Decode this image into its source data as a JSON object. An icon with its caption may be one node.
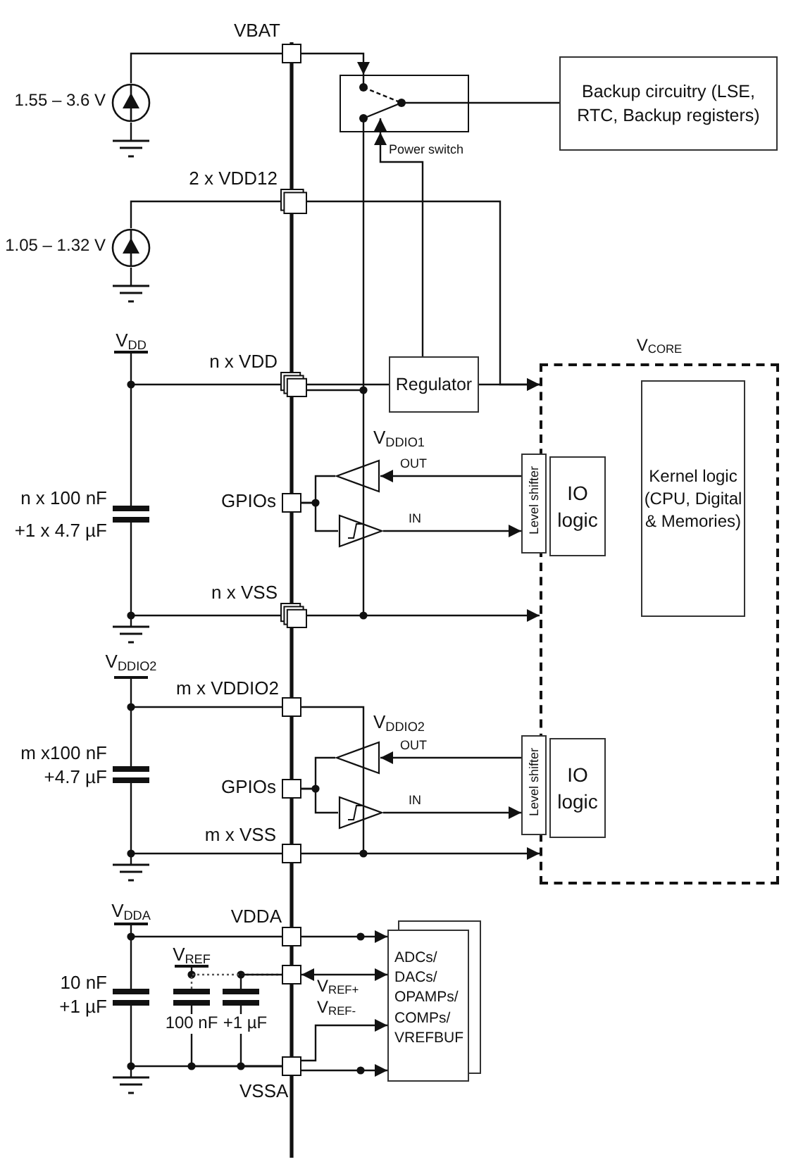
{
  "diagram": {
    "nodes": [
      {
        "text": [],
        "shape": "circle",
        "beside": [
          "1.55 – 3.6 V"
        ]
      },
      {
        "text": [],
        "shape": "box",
        "beside": [
          "VBAT"
        ]
      },
      {
        "text": [],
        "shape": "box"
      },
      {
        "text": [
          "Backup circuitry (LSE, RTC, Backup registers)"
        ]
      },
      {
        "text": [],
        "shape": "circle",
        "beside": [
          "1.05 – 1.32 V"
        ]
      },
      {
        "text": [],
        "shape": "box",
        "beside": [
          "2 x VDD12"
        ]
      },
      {
        "text": [],
        "shape": "box",
        "beside": [
          "n x VDD"
        ]
      },
      {
        "text": [
          "Regulator"
        ]
      },
      {
        "text": [
          "V$_{CORE}$"
        ]
      },
      {
        "text": [
          "Kernel logic (CPU, Digital & Memories)"
        ],
        "in": 8
      },
      {
        "text": [
          "Level shifter"
        ]
      },
      {
        "text": [
          "IO logic"
        ],
        "in": 8
      },
      {
        "text": [],
        "shape": "triangle"
      },
      {
        "text": [],
        "shape": "triangle"
      },
      {
        "text": [],
        "shape": "box",
        "beside": [
          "GPIOs"
        ]
      },
      {
        "text": [],
        "shape": "box",
        "beside": [
          "n x VSS"
        ]
      },
      {
        "text": [],
        "shape": "box",
        "beside": [
          "m x VDDIO2"
        ]
      },
      {
        "text": [
          "Level shifter"
        ]
      },
      {
        "text": [
          "IO logic"
        ],
        "in": 8
      },
      {
        "text": [],
        "shape": "triangle"
      },
      {
        "text": [],
        "shape": "triangle"
      },
      {
        "text": [],
        "shape": "box",
        "beside": [
          "GPIOs"
        ]
      },
      {
        "text": [],
        "shape": "box",
        "beside": [
          "m x VSS"
        ]
      },
      {
        "text": [],
        "shape": "box",
        "beside": [
          "VDDA"
        ]
      },
      {
        "text": [],
        "shape": "box"
      },
      {
        "text": [],
        "shape": "box",
        "beside": [
          "VSSA"
        ]
      },
      {
        "text": [
          "ADCs/ DACs/ OPAMPs/ COMPs/ VREFBUF"
        ]
      },
      {
        "text": [],
        "shape": "capacitor"
      },
      {
        "text": [],
        "shape": "capacitor"
      },
      {
        "text": [],
        "shape": "capacitor"
      },
      {
        "text": [],
        "shape": "capacitor"
      },
      {
        "text": [],
        "shape": "capacitor"
      }
    ],
    "edges": [
      {
        "from": 0,
        "to": 1,
        "arrow": "none"
      },
      {
        "from": 1,
        "to": 2,
        "arrow": "to"
      },
      {
        "from": 2,
        "to": 3,
        "arrow": "none"
      },
      {
        "from": 4,
        "to": 5,
        "arrow": "none"
      },
      {
        "from": 5,
        "to": 8,
        "arrow": "to"
      },
      {
        "from": 6,
        "to": 7,
        "arrow": "none"
      },
      {
        "from": 7,
        "to": 8,
        "arrow": "to"
      },
      {
        "from": 7,
        "to": 2,
        "arrow": "to",
        "label": "Power switch"
      },
      {
        "from": 6,
        "to": 2,
        "arrow": "none"
      },
      {
        "from": 10,
        "to": 12,
        "arrow": "to",
        "label": "OUT"
      },
      {
        "from": 12,
        "to": 14,
        "arrow": "none"
      },
      {
        "from": 14,
        "to": 13,
        "arrow": "none"
      },
      {
        "from": 13,
        "to": 10,
        "arrow": "to",
        "label": "IN"
      },
      {
        "from": 15,
        "to": 8,
        "arrow": "to"
      },
      {
        "from": 17,
        "to": 19,
        "arrow": "to",
        "label": "OUT"
      },
      {
        "from": 19,
        "to": 21,
        "arrow": "none"
      },
      {
        "from": 21,
        "to": 20,
        "arrow": "none"
      },
      {
        "from": 20,
        "to": 17,
        "arrow": "to",
        "label": "IN"
      },
      {
        "from": 22,
        "to": 8,
        "arrow": "to"
      },
      {
        "from": 23,
        "to": 26,
        "arrow": "to"
      },
      {
        "from": 24,
        "to": 26,
        "arrow": "both",
        "label": "V$_{REF+}$"
      },
      {
        "from": 25,
        "to": 26,
        "arrow": "to",
        "label": "V$_{REF-}$"
      },
      {
        "from": 25,
        "to": 26,
        "arrow": "to"
      },
      {
        "from": 16,
        "to": 19,
        "arrow": "none"
      },
      {
        "from": 27,
        "to": 6,
        "arrow": "none"
      },
      {
        "from": 27,
        "to": 15,
        "arrow": "none"
      },
      {
        "from": 28,
        "to": 16,
        "arrow": "none"
      },
      {
        "from": 28,
        "to": 22,
        "arrow": "none"
      },
      {
        "from": 29,
        "to": 23,
        "arrow": "none"
      },
      {
        "from": 29,
        "to": 25,
        "arrow": "none"
      },
      {
        "from": 30,
        "to": 24,
        "arrow": "none",
        "style": "dashed"
      },
      {
        "from": 31,
        "to": 24,
        "arrow": "none"
      },
      {
        "from": 30,
        "to": 25,
        "arrow": "none"
      },
      {
        "from": 31,
        "to": 25,
        "arrow": "none"
      }
    ],
    "labels": [
      "V$_{DD}$",
      "V$_{DDIO1}$",
      "n x 100 nF",
      "+1 x 4.7 µF",
      "V$_{DDIO2}$",
      "V$_{DDIO2}$",
      "m x100 nF",
      "+4.7 µF",
      "V$_{DDA}$",
      "V$_{REF}$",
      "10 nF",
      "+1 µF",
      "100 nF",
      "+1 µF"
    ]
  }
}
